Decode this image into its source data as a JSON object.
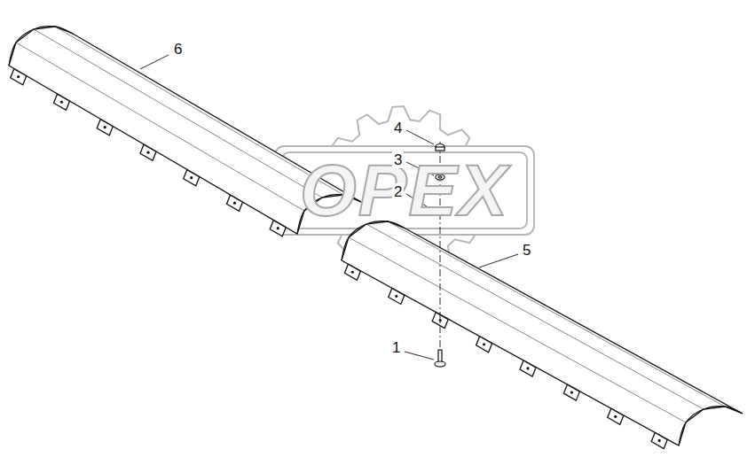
{
  "diagram": {
    "labels": [
      "6",
      "4",
      "3",
      "2",
      "5",
      "1",
      "OPEX"
    ]
  }
}
